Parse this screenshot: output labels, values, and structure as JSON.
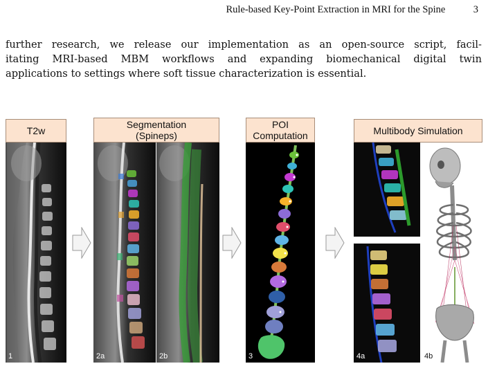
{
  "header": {
    "running_title": "Rule-based Key-Point Extraction in MRI for the Spine",
    "page_number": "3"
  },
  "body_text": {
    "lines": [
      "further research, we release our implementation as an open-source script, facil-",
      "itating MRI-based MBM workflows and expanding biomechanical digital twin",
      "applications to settings where soft tissue characterization is essential."
    ]
  },
  "figure": {
    "stages": [
      {
        "title": "T2w"
      },
      {
        "title_line1": "Segmentation",
        "title_line2": "(Spineps)"
      },
      {
        "title_line1": "POI",
        "title_line2": "Computation"
      },
      {
        "title": "Multibody Simulation"
      }
    ],
    "panel_tags": [
      "1",
      "2a",
      "2b",
      "3",
      "4a",
      "4b"
    ],
    "colors": {
      "header_fill": "#fce3cf",
      "header_border": "#a88d78",
      "arrow_fill": "#f4f4f4",
      "arrow_stroke": "#9a9a9a"
    }
  }
}
